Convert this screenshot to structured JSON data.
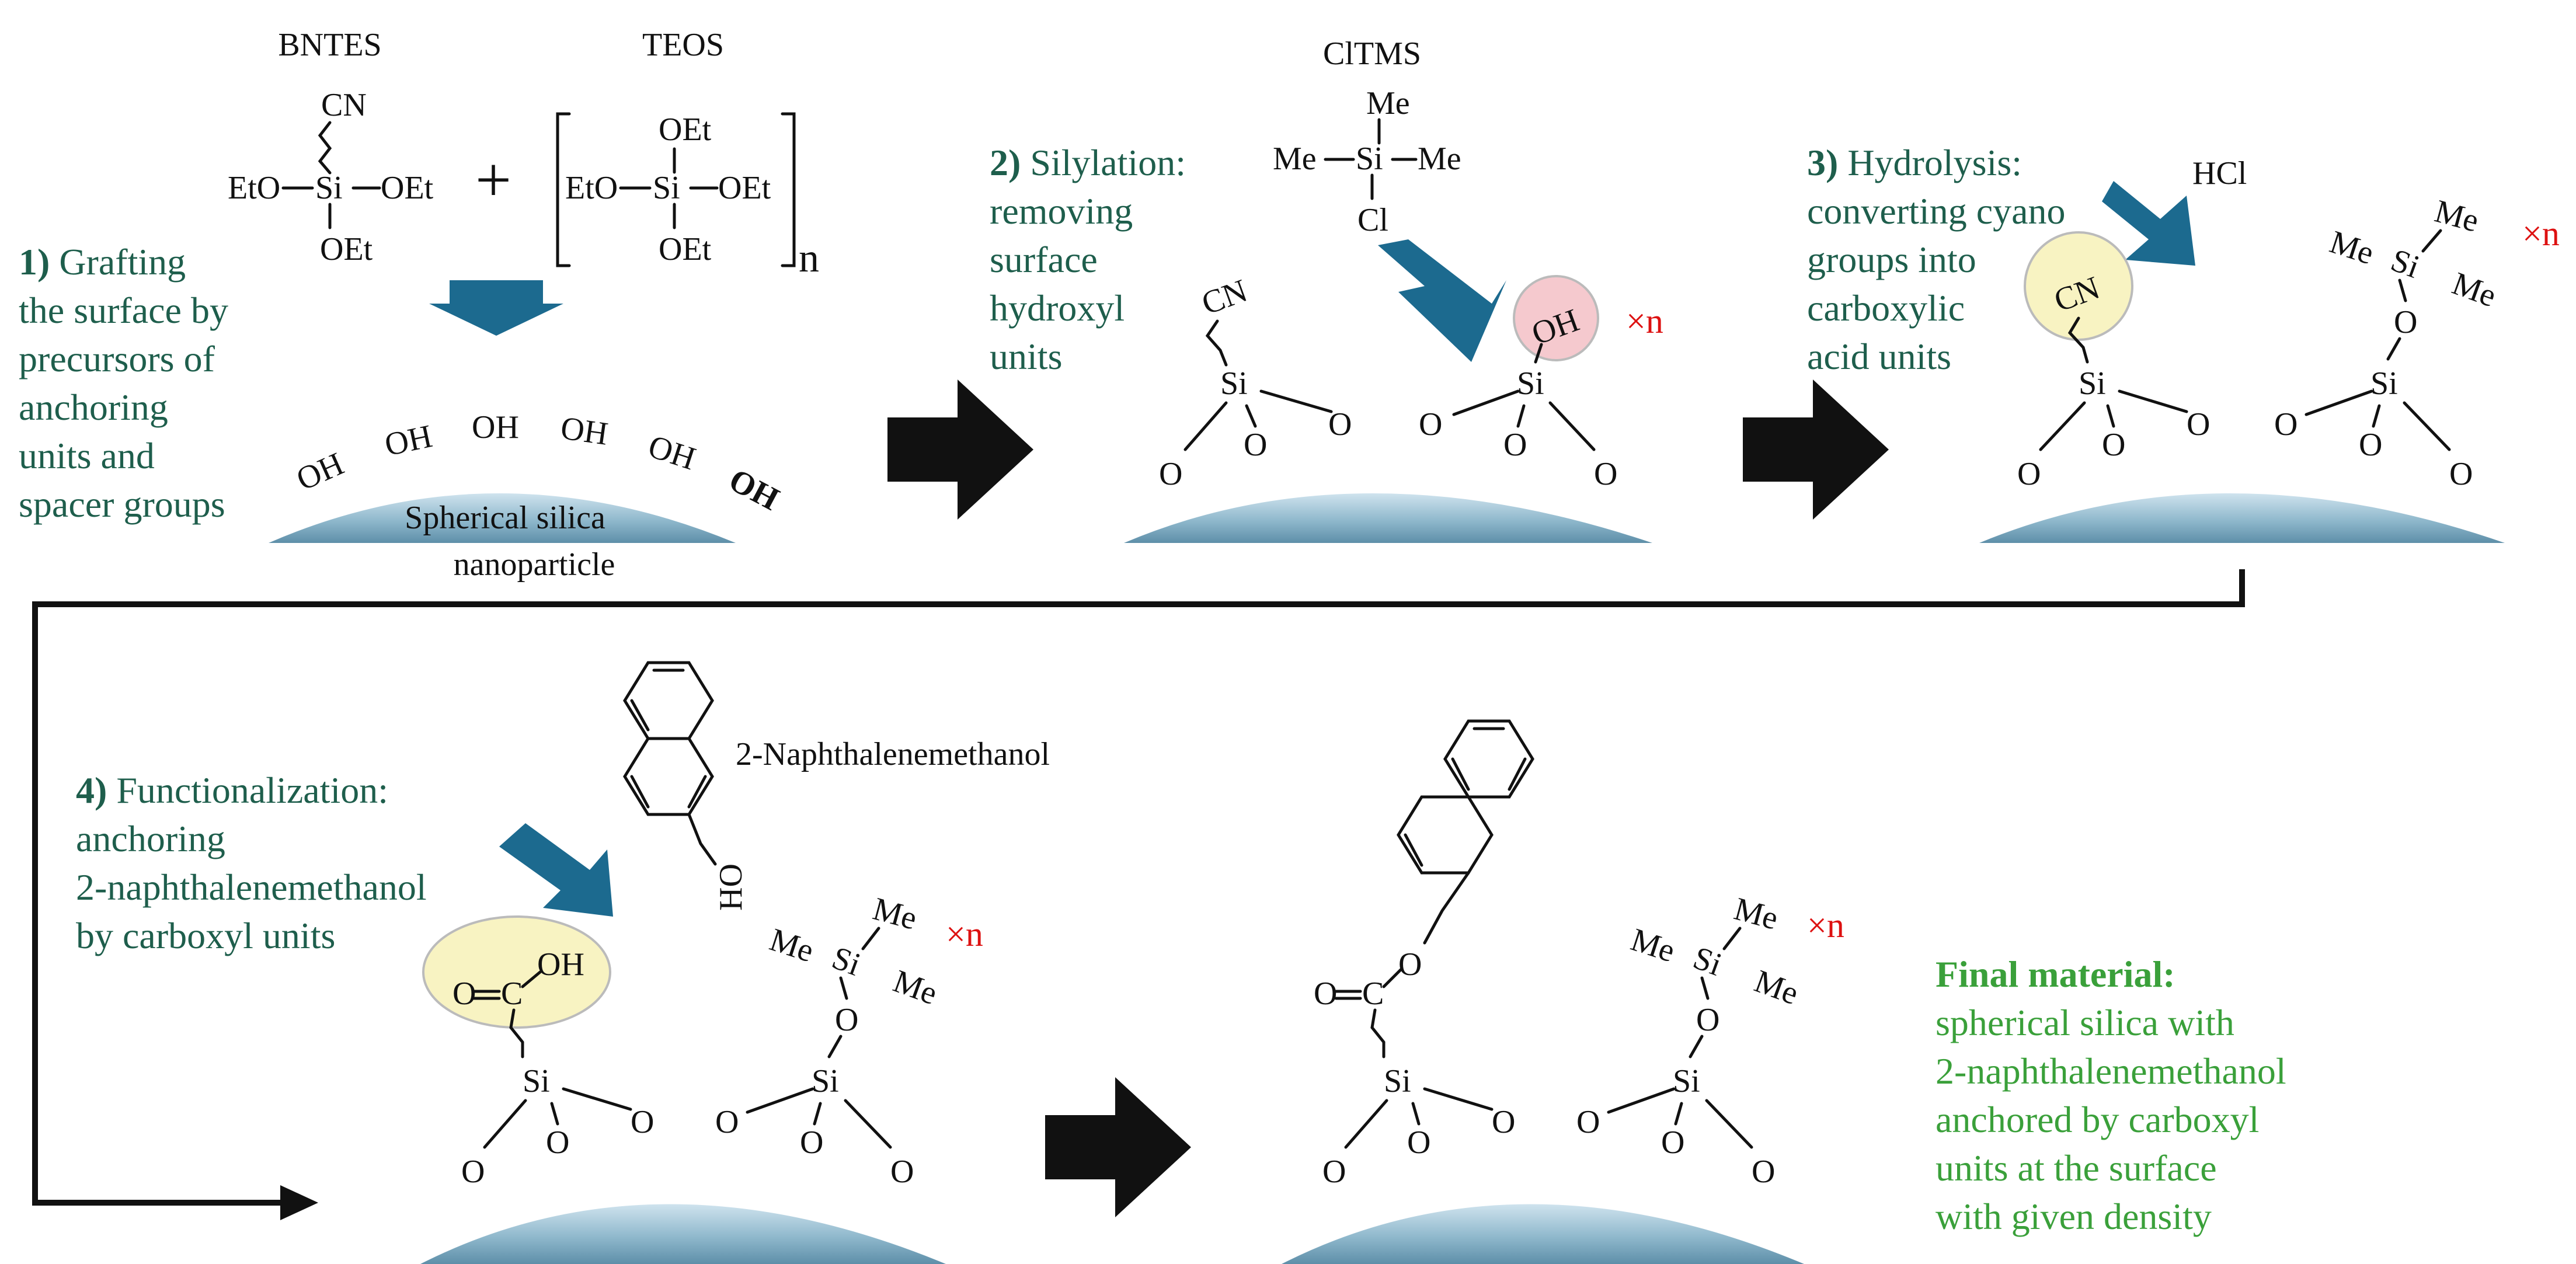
{
  "reagents": {
    "bntes": "BNTES",
    "teos": "TEOS",
    "cltms": "ClTMS",
    "hcl": "HCl",
    "naph": "2-Naphthalenemethanol",
    "plus": "+",
    "sub_n": "n"
  },
  "atoms": {
    "cn": "CN",
    "eto": "EtO",
    "oet": "OEt",
    "si": "Si",
    "me": "Me",
    "cl": "Cl",
    "oh": "OH",
    "o": "O",
    "c": "C",
    "ho": "HO",
    "xn": "×n"
  },
  "particle": {
    "line1": "Spherical silica",
    "line2": "nanoparticle"
  },
  "steps": {
    "s1": {
      "num": "1)",
      "l1": "Grafting",
      "l2": "the surface by",
      "l3": "precursors of",
      "l4": "anchoring",
      "l5": "units and",
      "l6": "spacer groups"
    },
    "s2": {
      "num": "2)",
      "l1": "Silylation:",
      "l2": "removing",
      "l3": "surface",
      "l4": "hydroxyl",
      "l5": "units"
    },
    "s3": {
      "num": "3)",
      "l1": "Hydrolysis:",
      "l2": "converting cyano",
      "l3": "groups into",
      "l4": "carboxylic",
      "l5": "acid units"
    },
    "s4": {
      "num": "4)",
      "l1": "Functionalization:",
      "l2": "anchoring",
      "l3": "2-naphthalenemethanol",
      "l4": "by carboxyl units"
    }
  },
  "final": {
    "title": "Final material:",
    "l1": "spherical silica with",
    "l2": "2-naphthalenemethanol",
    "l3": "anchored by carboxyl",
    "l4": "units at the surface",
    "l5": "with given density"
  },
  "colors": {
    "step_text": "#1e5e4c",
    "final_text": "#3aa03a",
    "blue_arrow": "#1c6a8f",
    "cn_highlight": "#f8f3c2",
    "oh_highlight": "#f5c9ce",
    "multiplier": "#d11111"
  }
}
